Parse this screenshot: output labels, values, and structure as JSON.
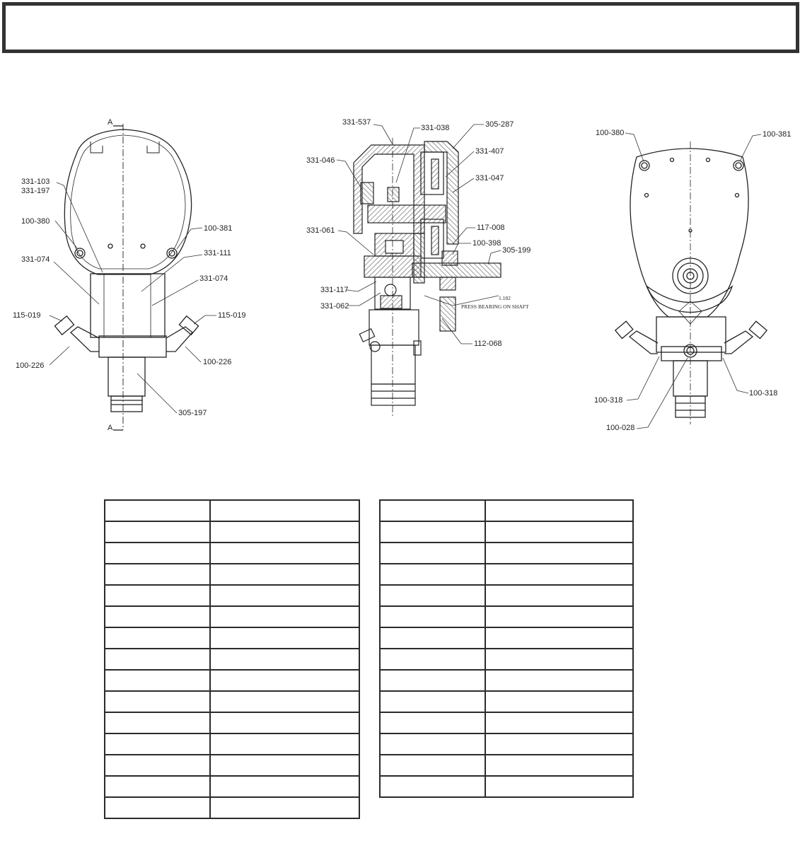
{
  "header": {
    "title": ""
  },
  "section_marks": {
    "top": "A",
    "bottom": "A"
  },
  "left_view_labels": {
    "l1": "331-103",
    "l2": "331-197",
    "l3": "100-380",
    "l4": "331-074",
    "l5": "115-019",
    "l6": "100-226",
    "r1": "100-381",
    "r2": "331-111",
    "r3": "331-074",
    "r4": "115-019",
    "r5": "100-226",
    "b1": "305-197"
  },
  "section_view_labels": {
    "t1": "331-537",
    "t2": "331-038",
    "t3": "305-287",
    "r1": "331-407",
    "r2": "331-047",
    "l1": "331-046",
    "l2": "331-061",
    "r3": "117-008",
    "r4": "100-398",
    "r5": "305-199",
    "l3": "331-117",
    "l4": "331-062",
    "n1": "1.182",
    "n2": "PRESS BEARING ON SHAFT",
    "b1": "112-068"
  },
  "right_view_labels": {
    "t1": "100-380",
    "t2": "100-381",
    "b1": "100-318",
    "b2": "100-318",
    "b3": "100-028"
  },
  "parts_table_left": {
    "rows": [
      [
        "",
        ""
      ],
      [
        "",
        ""
      ],
      [
        "",
        ""
      ],
      [
        "",
        ""
      ],
      [
        "",
        ""
      ],
      [
        "",
        ""
      ],
      [
        "",
        ""
      ],
      [
        "",
        ""
      ],
      [
        "",
        ""
      ],
      [
        "",
        ""
      ],
      [
        "",
        ""
      ],
      [
        "",
        ""
      ],
      [
        "",
        ""
      ],
      [
        "",
        ""
      ],
      [
        "",
        ""
      ]
    ]
  },
  "parts_table_right": {
    "rows": [
      [
        "",
        ""
      ],
      [
        "",
        ""
      ],
      [
        "",
        ""
      ],
      [
        "",
        ""
      ],
      [
        "",
        ""
      ],
      [
        "",
        ""
      ],
      [
        "",
        ""
      ],
      [
        "",
        ""
      ],
      [
        "",
        ""
      ],
      [
        "",
        ""
      ],
      [
        "",
        ""
      ],
      [
        "",
        ""
      ],
      [
        "",
        ""
      ],
      [
        "",
        ""
      ]
    ]
  }
}
